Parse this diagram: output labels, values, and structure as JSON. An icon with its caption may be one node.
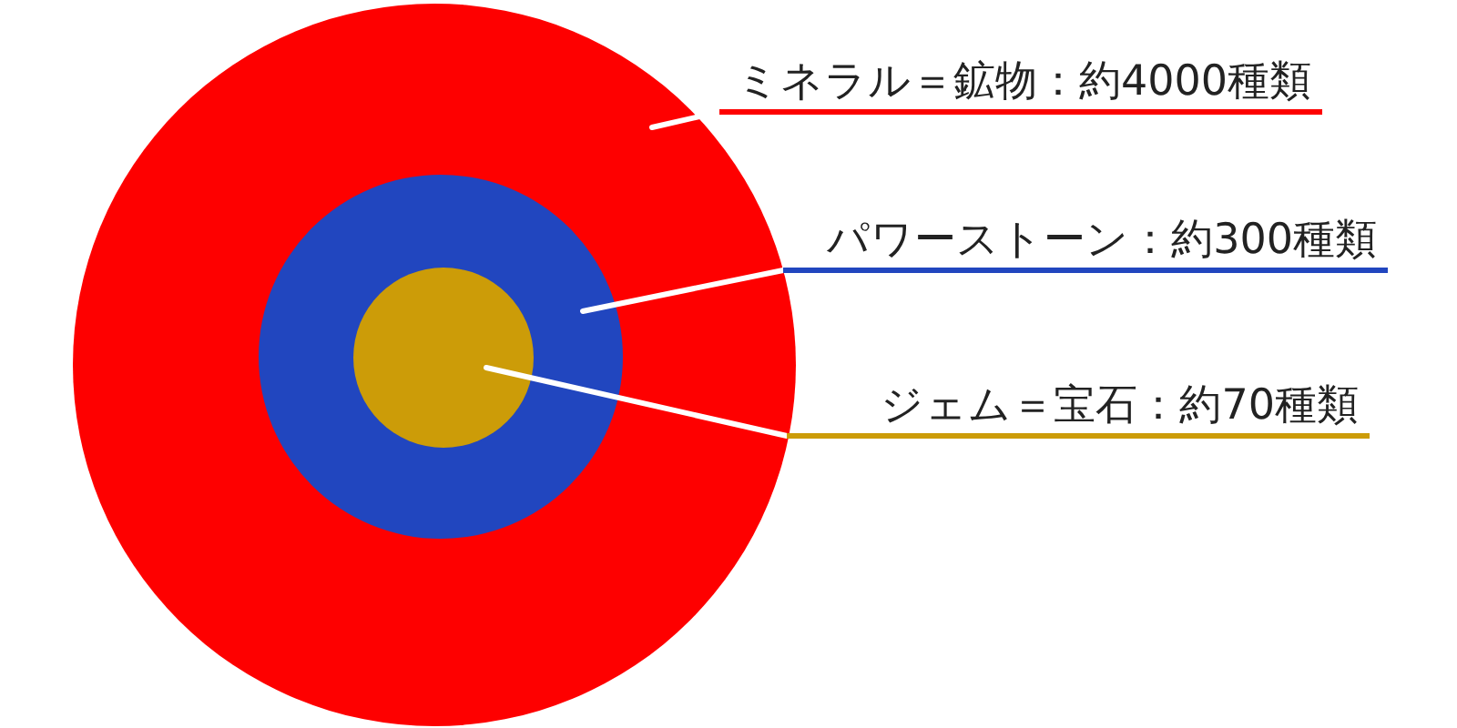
{
  "diagram": {
    "nodes": [
      {
        "text": [],
        "shape": "circle"
      },
      {
        "text": [],
        "shape": "circle",
        "in": 0
      },
      {
        "text": [],
        "shape": "circle",
        "in": 1
      },
      {
        "text": [
          "ミネラル＝鉱物：約4000種類"
        ]
      },
      {
        "text": [
          "パワーストーン：約300種類"
        ]
      },
      {
        "text": [
          "ジェム＝宝石：約70種類"
        ]
      }
    ],
    "edges": [
      {
        "from": 3,
        "to": 0,
        "arrow": "none"
      },
      {
        "from": 4,
        "to": 1,
        "arrow": "none"
      },
      {
        "from": 5,
        "to": 2,
        "arrow": "none"
      }
    ]
  }
}
